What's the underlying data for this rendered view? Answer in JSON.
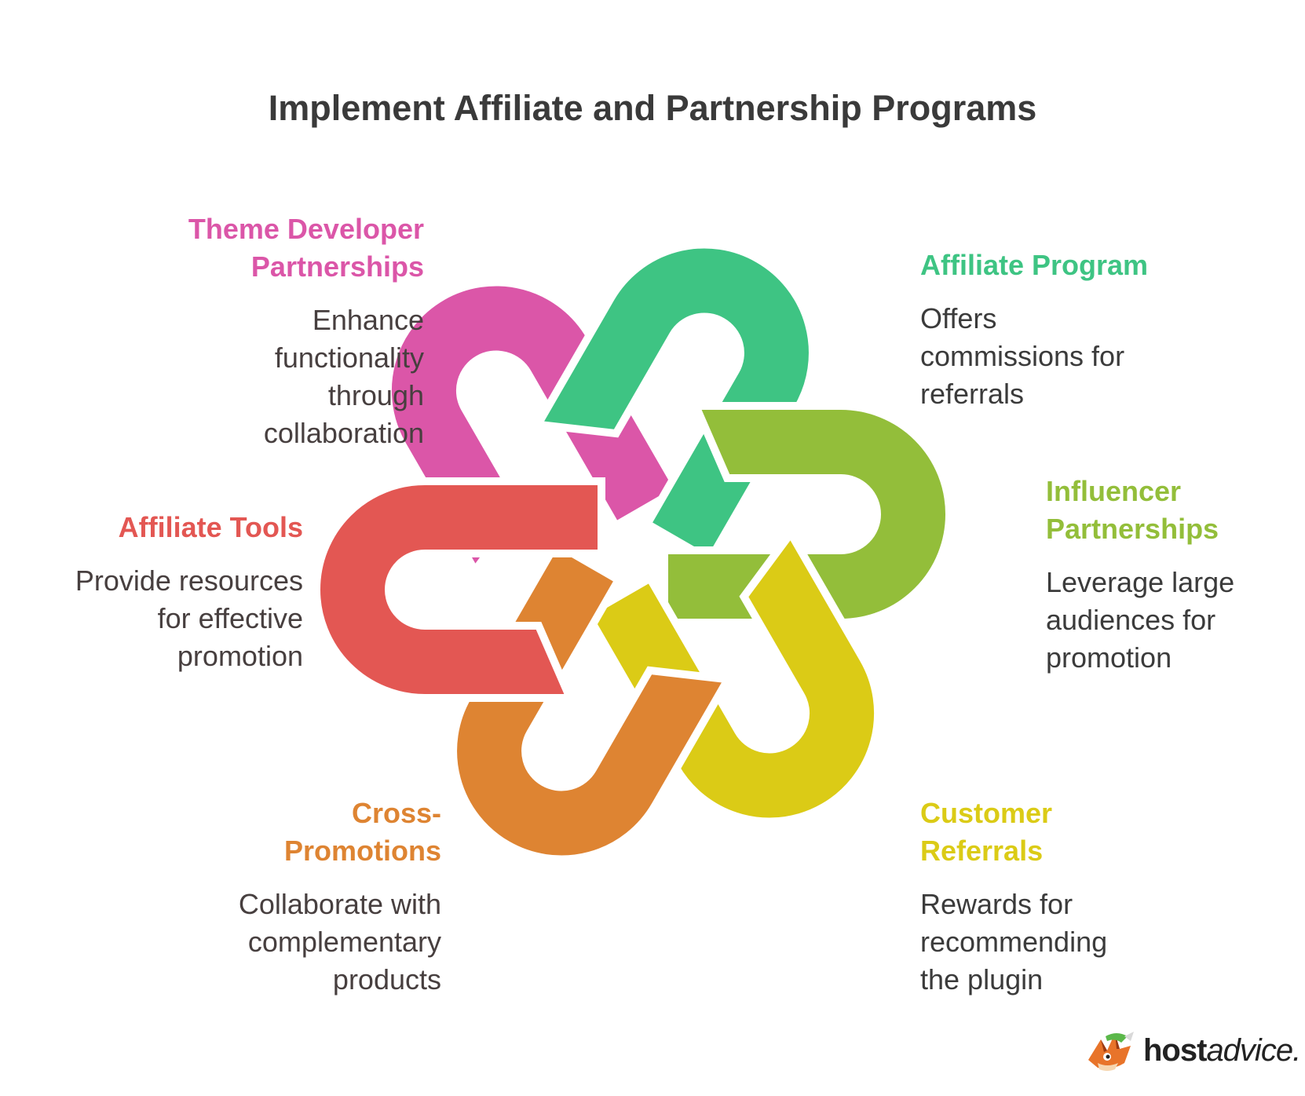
{
  "title": "Implement Affiliate and Partnership Programs",
  "items": [
    {
      "id": "theme-developer-partnerships",
      "heading": [
        "Theme Developer",
        "Partnerships"
      ],
      "description": [
        "Enhance",
        "functionality",
        "through",
        "collaboration"
      ],
      "color": "#DB56A8"
    },
    {
      "id": "affiliate-program",
      "heading": [
        "Affiliate Program"
      ],
      "description": [
        "Offers",
        "commissions for",
        "referrals"
      ],
      "color": "#3EC483"
    },
    {
      "id": "influencer-partnerships",
      "heading": [
        "Influencer",
        "Partnerships"
      ],
      "description": [
        "Leverage large",
        "audiences for",
        "promotion"
      ],
      "color": "#93BE3A"
    },
    {
      "id": "customer-referrals",
      "heading": [
        "Customer",
        "Referrals"
      ],
      "description": [
        "Rewards for",
        "recommending",
        "the plugin"
      ],
      "color": "#DBCB16"
    },
    {
      "id": "cross-promotions",
      "heading": [
        "Cross-",
        "Promotions"
      ],
      "description": [
        "Collaborate with",
        "complementary",
        "products"
      ],
      "color": "#DE8432"
    },
    {
      "id": "affiliate-tools",
      "heading": [
        "Affiliate Tools"
      ],
      "description": [
        "Provide resources",
        "for effective",
        "promotion"
      ],
      "color": "#E35753"
    }
  ],
  "brand": {
    "name_bold": "host",
    "name_light": "advice."
  }
}
